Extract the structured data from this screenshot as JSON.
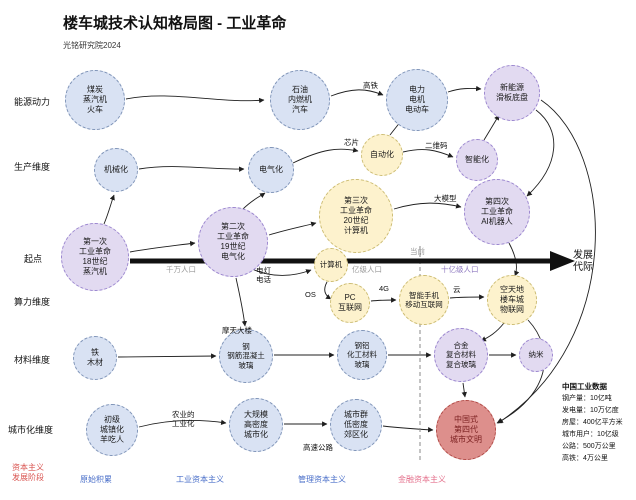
{
  "title": "楼车城技术认知格局图 - 工业革命",
  "subtitle": "光铭研究院2024",
  "colors": {
    "node_blue": "#d9e2f3",
    "node_purple": "#e2daf1",
    "node_yellow": "#fdf2cd",
    "node_red": "#dd8f8c",
    "stage_red": "#d9534f",
    "era_blue": "#4a6fc9",
    "era_pink": "#e4708c",
    "axis_violet": "#8f7ac0"
  },
  "row_labels": {
    "energy": "能源动力",
    "production": "生产维度",
    "origin": "起点",
    "computing": "算力维度",
    "materials": "材料维度",
    "urbanization": "城市化维度"
  },
  "nodes": {
    "coal_steam_train": "煤炭\n蒸汽机\n火车",
    "oil_ice_car": "石油\n内燃机\n汽车",
    "electric_motor_ev": "电力\n电机\n电动车",
    "new_energy_chassis": "新能源\n滑板底盘",
    "mechanization": "机械化",
    "electrification": "电气化",
    "automation": "自动化",
    "intelligentization": "智能化",
    "rev1": "第一次\n工业革命\n18世纪\n蒸汽机",
    "rev2": "第二次\n工业革命\n19世纪\n电气化",
    "rev3": "第三次\n工业革命\n20世纪\n计算机",
    "rev4": "第四次\n工业革命\nAI机器人",
    "computer": "计算机",
    "pc_internet": "PC\n互联网",
    "smartphone_mobile": "智能手机\n移动互联网",
    "iot": "空天地\n楼车城\n物联网",
    "iron_wood": "铁\n木材",
    "steel_concrete_glass": "钢\n钢筋混凝土\n玻璃",
    "steel_al_chem_glass": "钢铝\n化工材料\n玻璃",
    "alloy_composite": "合金\n复合材料\n复合玻璃",
    "nano": "纳米",
    "primary_urbanization": "初级\n城镇化\n羊吃人",
    "mass_urbanization": "大规模\n高密度\n城市化",
    "city_cluster": "城市群\n低密度\n郊区化",
    "chinese_city": "中国式\n第四代\n城市文明"
  },
  "edge_labels": {
    "high_speed_rail": "高铁",
    "chip": "芯片",
    "qr_code": "二维码",
    "large_model": "大模型",
    "electric_light_phone": "电灯\n电话",
    "os": "OS",
    "four_g": "4G",
    "cloud": "云",
    "skyscraper": "摩天大楼",
    "agri_industrialization": "农业的\n工业化",
    "highway": "高速公路"
  },
  "axis": {
    "ten_million": "千万人口",
    "hundred_million": "亿级人口",
    "billion": "十亿级人口",
    "current": "当前",
    "dev_generation": "发展\n代际"
  },
  "data_block": {
    "title": "中国工业数据",
    "lines": [
      "钢产量：10亿吨",
      "发电量：10万亿度",
      "房屋：400亿平方米",
      "城市用户：10亿级",
      "公路：500万公里",
      "高铁：4万公里"
    ]
  },
  "bottom": {
    "stage": "资本主义\n发展阶段",
    "items": [
      "原始积累",
      "工业资本主义",
      "管理资本主义",
      "金融资本主义"
    ]
  }
}
